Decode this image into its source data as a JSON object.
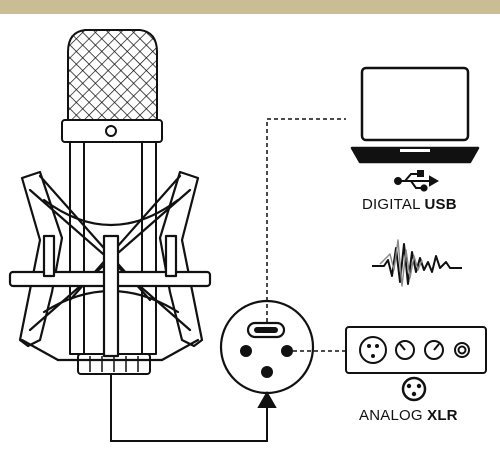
{
  "colors": {
    "top_bar": "#cbbd93",
    "stroke": "#111111",
    "mic_fill": "#ffffff"
  },
  "labels": {
    "digital_word": "DIGITAL",
    "digital_type": "USB",
    "analog_word": "ANALOG",
    "analog_type": "XLR"
  },
  "icons": {
    "laptop": "laptop-icon",
    "usb": "usb-symbol-icon",
    "waveform": "audio-waveform-icon",
    "xlr_symbol": "xlr-connector-icon",
    "interface": "audio-interface-icon"
  }
}
